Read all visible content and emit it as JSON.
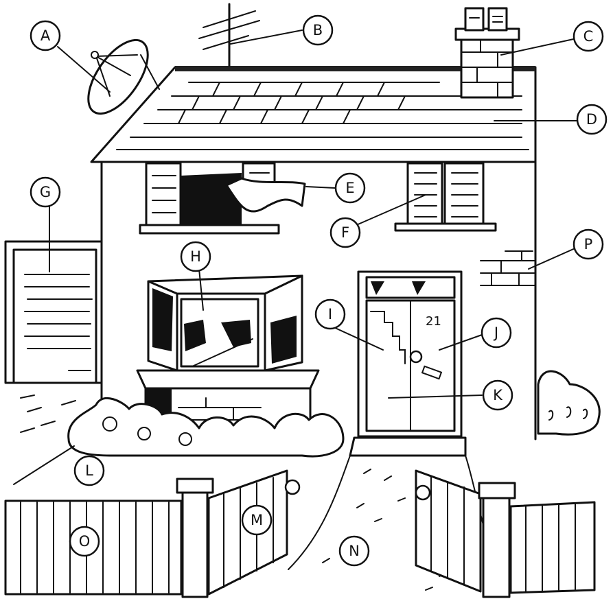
{
  "labels": {
    "a": "A",
    "b": "B",
    "c": "C",
    "d": "D",
    "e": "E",
    "f": "F",
    "g": "G",
    "h": "H",
    "i": "I",
    "j": "J",
    "k": "K",
    "l": "L",
    "m": "M",
    "n": "N",
    "o": "O",
    "p": "P"
  },
  "house_number": "21"
}
